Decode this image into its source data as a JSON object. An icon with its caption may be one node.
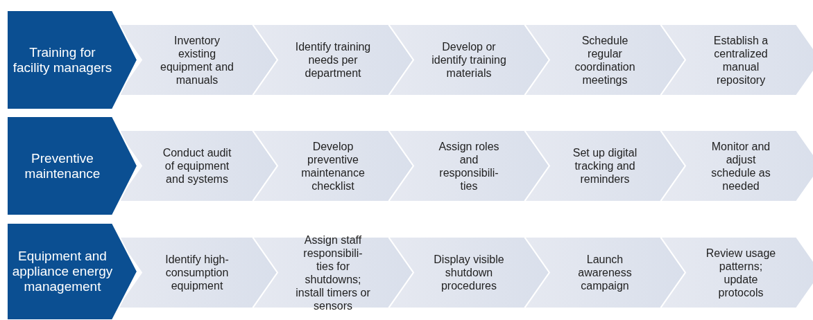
{
  "diagram": {
    "nodes": [
      {
        "text": [
          "Training for facility managers"
        ]
      },
      {
        "text": [
          "Inventory existing equipment and manuals"
        ]
      },
      {
        "text": [
          "Identify training needs per department"
        ]
      },
      {
        "text": [
          "Develop or identify training materials"
        ]
      },
      {
        "text": [
          "Schedule regular coordination meetings"
        ]
      },
      {
        "text": [
          "Establish a centralized manual repository"
        ]
      },
      {
        "text": [
          "Preventive maintenance"
        ]
      },
      {
        "text": [
          "Conduct audit of equipment and systems"
        ]
      },
      {
        "text": [
          "Develop preventive maintenance checklist"
        ]
      },
      {
        "text": [
          "Assign roles and responsibili-ties"
        ]
      },
      {
        "text": [
          "Set up digital tracking and reminders"
        ]
      },
      {
        "text": [
          "Monitor and adjust schedule as needed"
        ]
      },
      {
        "text": [
          "Equipment and appliance energy management"
        ]
      },
      {
        "text": [
          "Identify high-consumption equipment"
        ]
      },
      {
        "text": [
          "Assign staff responsibili-ties for shutdowns; install timers or sensors"
        ]
      },
      {
        "text": [
          "Display visible shutdown procedures"
        ]
      },
      {
        "text": [
          "Launch awareness campaign"
        ]
      },
      {
        "text": [
          "Review usage patterns; update protocols"
        ]
      }
    ]
  }
}
